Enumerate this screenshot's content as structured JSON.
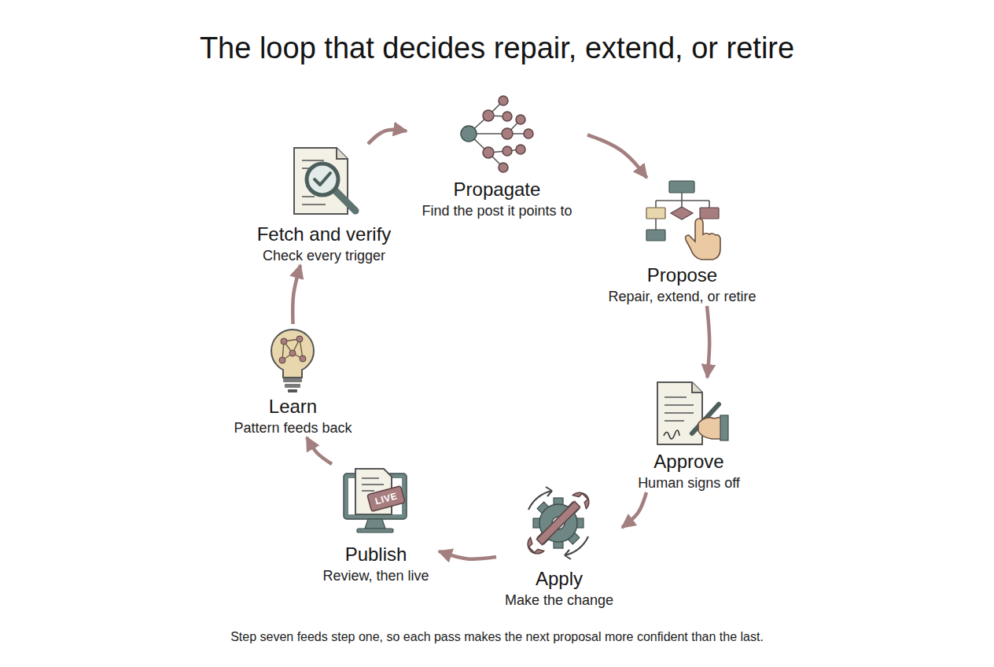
{
  "diagram": {
    "title": "The loop that decides repair, extend, or retire",
    "caption": "Step seven feeds step one, so each pass makes the next proposal more confident than the last.",
    "nodes": [
      {
        "text": [
          "Fetch and verify",
          "Check every trigger"
        ]
      },
      {
        "text": [
          "Propagate",
          "Find the post it points to"
        ]
      },
      {
        "text": [
          "Propose",
          "Repair, extend, or retire"
        ]
      },
      {
        "text": [
          "Approve",
          "Human signs off"
        ]
      },
      {
        "text": [
          "Apply",
          "Make the change"
        ]
      },
      {
        "text": [
          "Publish",
          "Review, then live"
        ]
      },
      {
        "text": [
          "Learn",
          "Pattern feeds back"
        ]
      }
    ],
    "edges": [
      {
        "from": 0,
        "to": 1,
        "arrow": "to"
      },
      {
        "from": 1,
        "to": 2,
        "arrow": "to"
      },
      {
        "from": 2,
        "to": 3,
        "arrow": "to"
      },
      {
        "from": 3,
        "to": 4,
        "arrow": "to"
      },
      {
        "from": 4,
        "to": 5,
        "arrow": "to"
      },
      {
        "from": 5,
        "to": 6,
        "arrow": "to"
      },
      {
        "from": 6,
        "to": 0,
        "arrow": "to"
      }
    ],
    "labels": [
      "LIVE"
    ]
  }
}
